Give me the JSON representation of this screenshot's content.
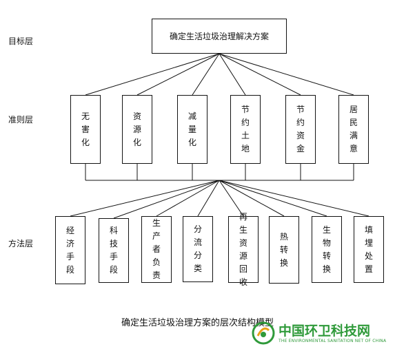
{
  "layers": {
    "goal_label": "目标层",
    "criteria_label": "准则层",
    "method_label": "方法层"
  },
  "goal": "确定生活垃圾治理解决方案",
  "criteria": [
    "无害化",
    "资源化",
    "减量化",
    "节约土地",
    "节约资金",
    "居民满意"
  ],
  "methods": [
    "经济手段",
    "科技手段",
    "生产者负责",
    "分流分类",
    "再生资源回收",
    "热转换",
    "生物转换",
    "填埋处置"
  ],
  "caption": "确定生活垃圾治理方案的层次结构模型",
  "watermark": {
    "title": "中国环卫科技网",
    "subtitle": "THE ENVIRONMENTAL SANITATION NET OF CHINA",
    "color": "#2f9a3a"
  }
}
